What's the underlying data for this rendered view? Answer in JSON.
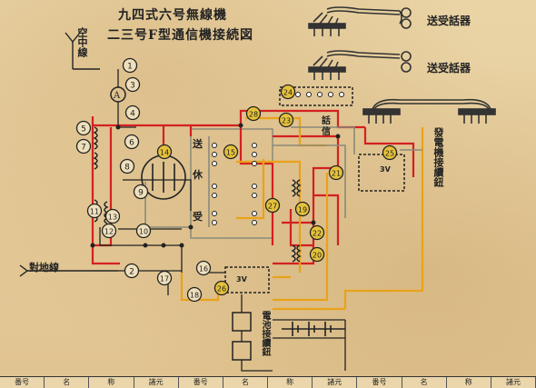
{
  "title": {
    "line1": "九四式六号無線機",
    "line2": "二三号F型通信機接続図"
  },
  "labels": {
    "antenna": "空中線",
    "ground": "對地線",
    "receiver1": "送受話器",
    "receiver2": "送受話器",
    "generator": "發電機接續鈕",
    "battery": "電池接續鈕",
    "tx": "送",
    "rest": "休",
    "rx": "受",
    "talk": "話",
    "signal": "信",
    "a_meter": "A",
    "voltage": "3V",
    "volt2": "3V"
  },
  "parts": [
    "1",
    "2",
    "3",
    "4",
    "5",
    "6",
    "7",
    "8",
    "9",
    "10",
    "11",
    "12",
    "13",
    "14",
    "15",
    "16",
    "17",
    "18",
    "19",
    "20",
    "21",
    "22",
    "23",
    "24",
    "25",
    "26",
    "27",
    "28"
  ],
  "footer": {
    "cells": [
      "番号",
      "名",
      "称",
      "諸元",
      "番号",
      "名",
      "称",
      "諸元",
      "番号",
      "名",
      "称",
      "諸元"
    ]
  },
  "colors": {
    "paper": "#e2c898",
    "ink": "#222222",
    "red_wire": "#d42020",
    "orange_wire": "#e9a21a",
    "gray_wire": "#8a8a7a",
    "part_circle": "#e6c23a"
  }
}
